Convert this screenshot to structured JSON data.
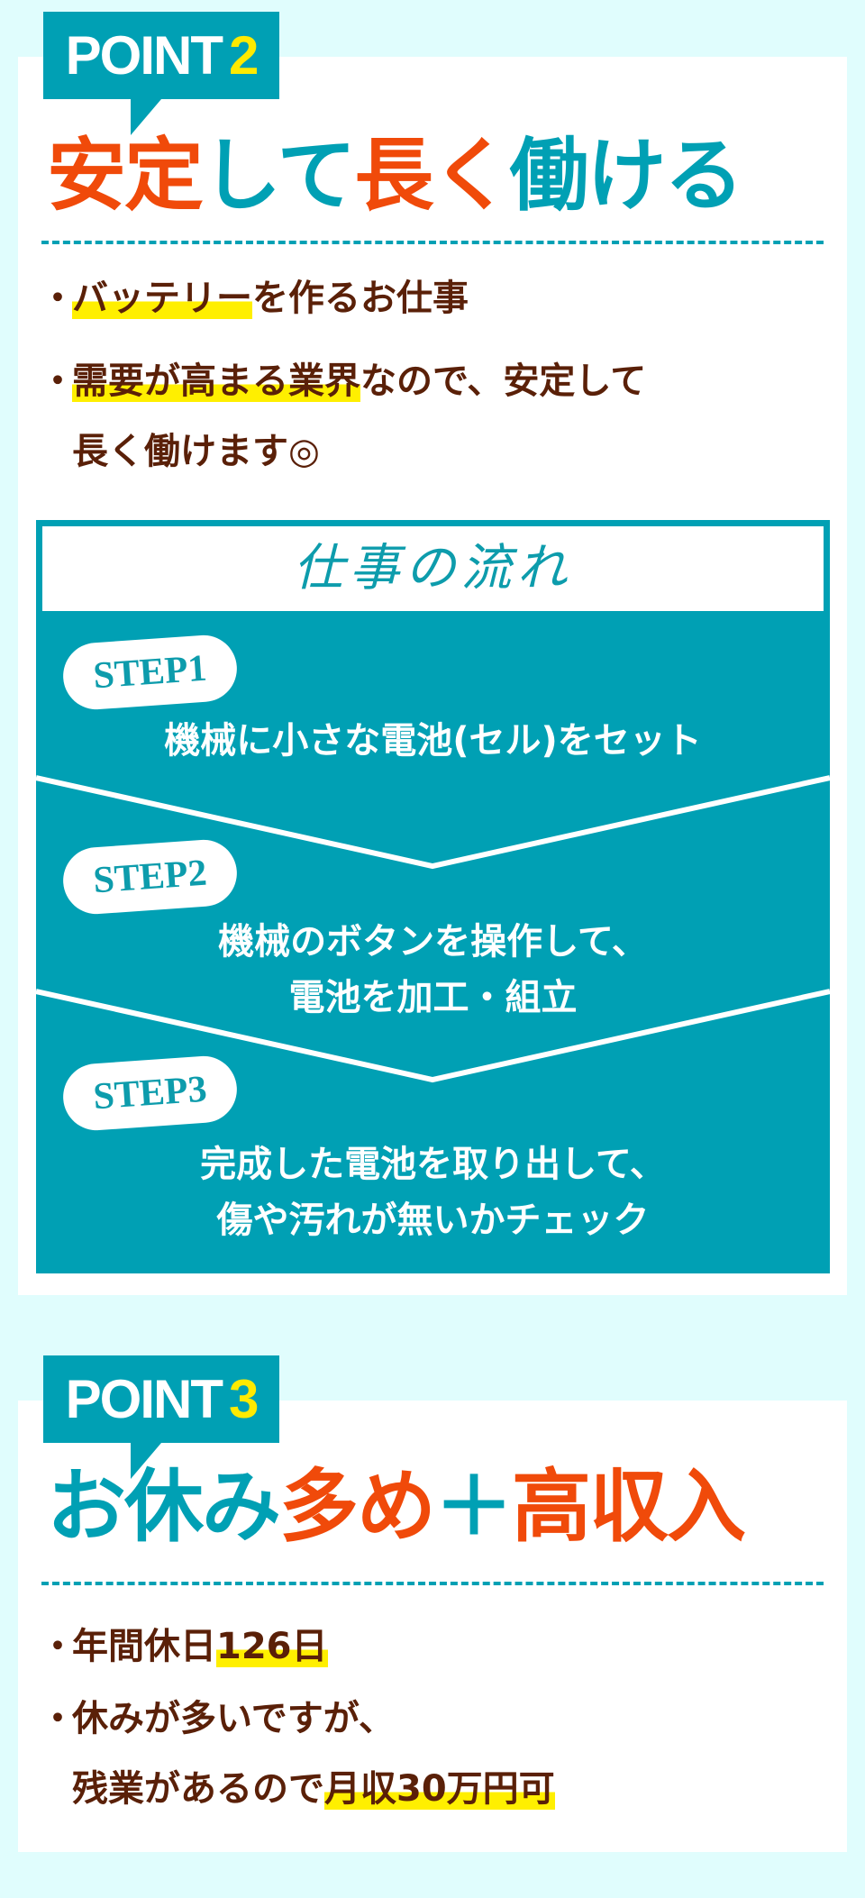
{
  "point2": {
    "tab_label": "POINT",
    "tab_number": "2",
    "title": [
      {
        "text": "安定",
        "color": "#f04a0a"
      },
      {
        "text": "して",
        "color": "#00a0b4"
      },
      {
        "text": "長く",
        "color": "#f04a0a"
      },
      {
        "text": "働ける",
        "color": "#00a0b4"
      }
    ],
    "bullets": [
      {
        "dot": "・",
        "highlight": "バッテリー",
        "rest": "を作るお仕事"
      },
      {
        "dot": "・",
        "highlight": "需要が高まる業界",
        "rest": "なので、安定して",
        "line2": "長く働けます◎"
      }
    ],
    "flow": {
      "heading": "仕事の流れ",
      "steps": [
        {
          "badge": "STEP1",
          "lines": [
            "機械に小さな電池(セル)をセット"
          ]
        },
        {
          "badge": "STEP2",
          "lines": [
            "機械のボタンを操作して、",
            "電池を加工・組立"
          ]
        },
        {
          "badge": "STEP3",
          "lines": [
            "完成した電池を取り出して、",
            "傷や汚れが無いかチェック"
          ]
        }
      ]
    }
  },
  "point3": {
    "tab_label": "POINT",
    "tab_number": "3",
    "title": [
      {
        "text": "お休み",
        "color": "#00a0b4"
      },
      {
        "text": "多め",
        "color": "#f04a0a"
      },
      {
        "text": "＋",
        "color": "#00a0b4"
      },
      {
        "text": "高収入",
        "color": "#f04a0a"
      }
    ],
    "bullets": [
      {
        "dot": "・",
        "pre": "年間休日",
        "highlight": "126日"
      },
      {
        "dot": "・",
        "line1": "休みが多いですが、",
        "pre": "残業があるので",
        "highlight": "月収30万円可"
      }
    ]
  },
  "colors": {
    "background": "#e0fdfd",
    "teal": "#00a0b4",
    "orange": "#f04a0a",
    "brown": "#5a2008",
    "highlight": "#ffef00"
  }
}
